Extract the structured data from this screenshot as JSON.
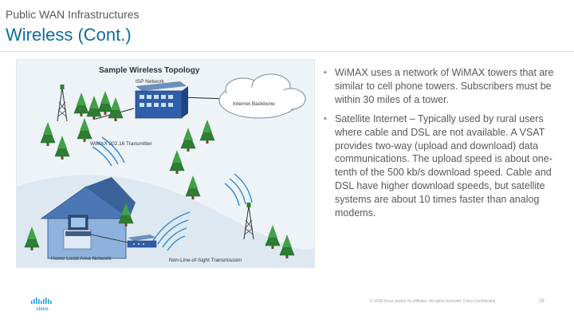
{
  "header": {
    "subtitle": "Public WAN Infrastructures",
    "title": "Wireless (Cont.)"
  },
  "diagram": {
    "title": "Sample Wireless Topology",
    "isp_label": "ISP Network",
    "internet_label": "Internet Backbone",
    "transmitter_label": "WiMAX 802.16 Transmitter",
    "lan_label": "Home Local Area Network",
    "nlos_label": "Non-Line-of-Sight Transmission"
  },
  "bullets": [
    "WiMAX uses a network of WiMAX towers that are similar to cell phone towers. Subscribers must be within 30 miles of a tower.",
    "Satellite Internet – Typically used by rural users where cable and DSL are not available. A VSAT provides two-way (upload and download) data communications. The upload speed is about one-tenth of the 500 kb/s download speed. Cable and DSL have higher download speeds, but satellite systems are about 10 times faster than analog modems."
  ],
  "footer": {
    "copyright": "© 2016 Cisco and/or its affiliates. All rights reserved. Cisco Confidential",
    "page_number": "28"
  },
  "logo": {
    "text": "cisco",
    "color": "#1ba0d7"
  },
  "colors": {
    "title": "#0a6e9c",
    "text": "#58585b",
    "tree": "#2e7d32"
  },
  "icons": [
    "cisco-logo-icon",
    "tree-icon",
    "tower-icon",
    "building-icon",
    "cloud-icon",
    "house-icon",
    "computer-icon",
    "modem-icon",
    "signal-waves-icon"
  ]
}
